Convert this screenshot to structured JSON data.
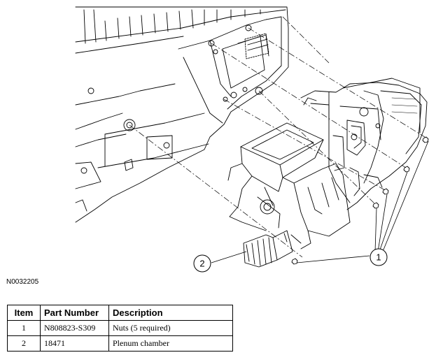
{
  "illustration": {
    "callouts": [
      "1",
      "2"
    ]
  },
  "figure_id": "N0032205",
  "table": {
    "headers": {
      "item": "Item",
      "part_number": "Part Number",
      "description": "Description"
    },
    "rows": [
      {
        "item": "1",
        "part_number": "N808823-S309",
        "description": "Nuts (5 required)"
      },
      {
        "item": "2",
        "part_number": "18471",
        "description": "Plenum chamber"
      }
    ]
  }
}
